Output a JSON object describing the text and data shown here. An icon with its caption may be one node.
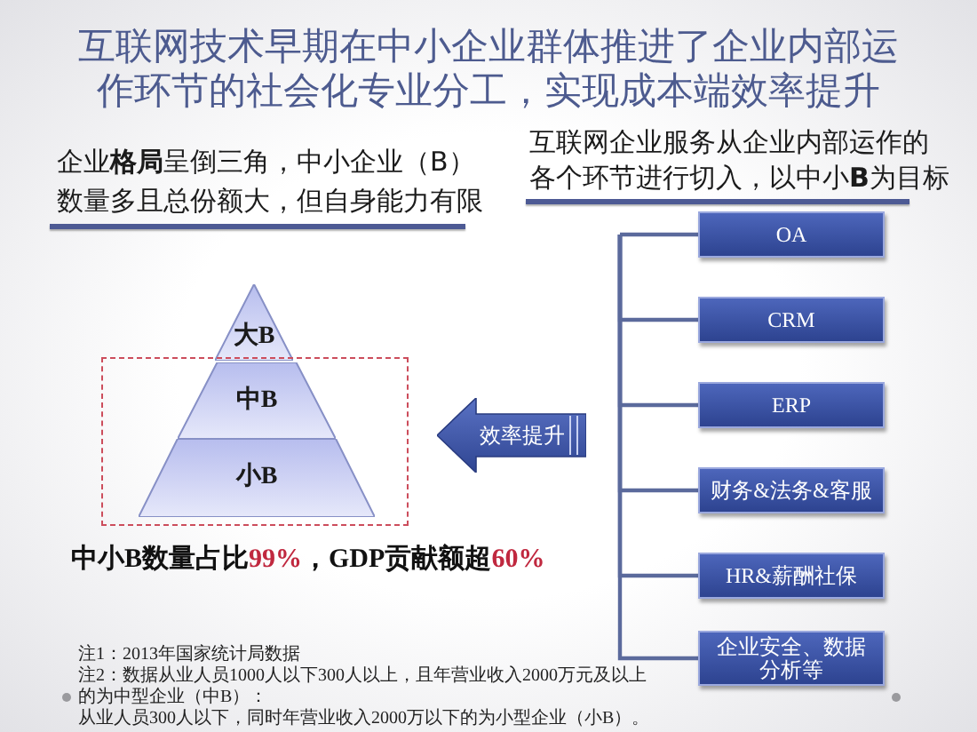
{
  "diagram": {
    "title": "互联网技术早期在中小企业群体推进了企业内部运作环节的社会化专业分工，实现成本端效率提升",
    "nodes": [
      {
        "text": [
          "大B"
        ]
      },
      {
        "text": [],
        "shape": "box"
      },
      {
        "text": [
          "中B"
        ],
        "in": 1
      },
      {
        "text": [
          "小B"
        ],
        "in": 1
      },
      {
        "text": [
          "效率提升"
        ]
      },
      {
        "text": [
          "OA"
        ]
      },
      {
        "text": [
          "CRM"
        ]
      },
      {
        "text": [
          "ERP"
        ]
      },
      {
        "text": [
          "财务&法务&客服"
        ]
      },
      {
        "text": [
          "HR&薪酬社保"
        ]
      },
      {
        "text": [
          "企业安全、数据分析等"
        ]
      }
    ],
    "edges": [
      {
        "from": null,
        "to": 5,
        "arrow": "none"
      },
      {
        "from": null,
        "to": 6,
        "arrow": "none"
      },
      {
        "from": null,
        "to": 7,
        "arrow": "none"
      },
      {
        "from": null,
        "to": 8,
        "arrow": "none"
      },
      {
        "from": null,
        "to": 9,
        "arrow": "none"
      },
      {
        "from": null,
        "to": 10,
        "arrow": "none"
      }
    ],
    "labels": [
      "企业**格局**呈倒三角，中小企业（B）数量多且总份额大，但自身能力有限",
      "互联网企业服务从企业内部运作的各个环节进行切入，以中小**B**为目标",
      "中小B数量占比**99%**，GDP贡献额超**60%**",
      "注1：2013年国家统计局数据",
      "注2：数据从业人员1000人以下300人以上，且年营业收入2000万元及以上的为中型企业（中B）：",
      "从业人员300人以下，同时年营业收入2000万以下的为小型企业（小B）。"
    ]
  }
}
